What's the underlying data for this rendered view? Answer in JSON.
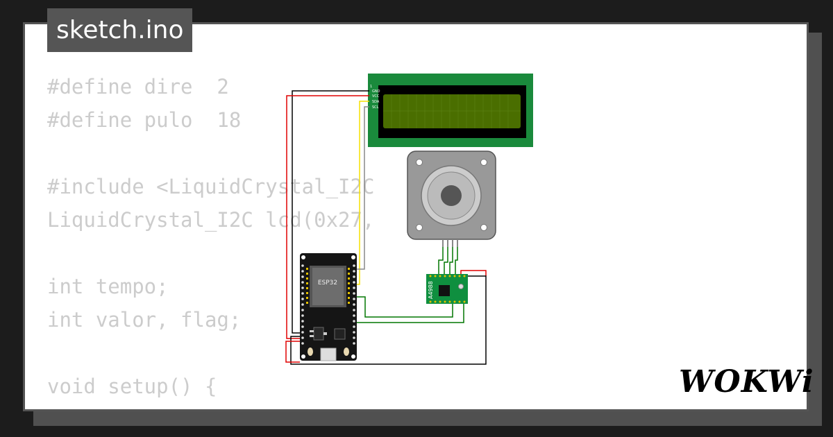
{
  "file_tab": {
    "label": "sketch.ino"
  },
  "code_lines": [
    "#define dire  2",
    "#define pulo  18",
    "",
    "#include <LiquidCrystal_I2C",
    "LiquidCrystal_I2C lcd(0x27,",
    "",
    "int tempo;",
    "int valor, flag;",
    "",
    "void setup() {"
  ],
  "diagram": {
    "lcd_pins": [
      "1",
      "GND",
      "VCC",
      "SDA",
      "SCL"
    ],
    "esp32_label": "ESP32",
    "driver_label": "A4988"
  },
  "brand": {
    "name": "WOKWi"
  },
  "colors": {
    "wire_red": "#e00000",
    "wire_black": "#000000",
    "wire_green": "#007700",
    "wire_yellow": "#f5e000",
    "wire_gray": "#888888",
    "lcd_board": "#1a8a3c",
    "lcd_screen": "#4a6e00",
    "driver_board": "#0f8f3f"
  }
}
